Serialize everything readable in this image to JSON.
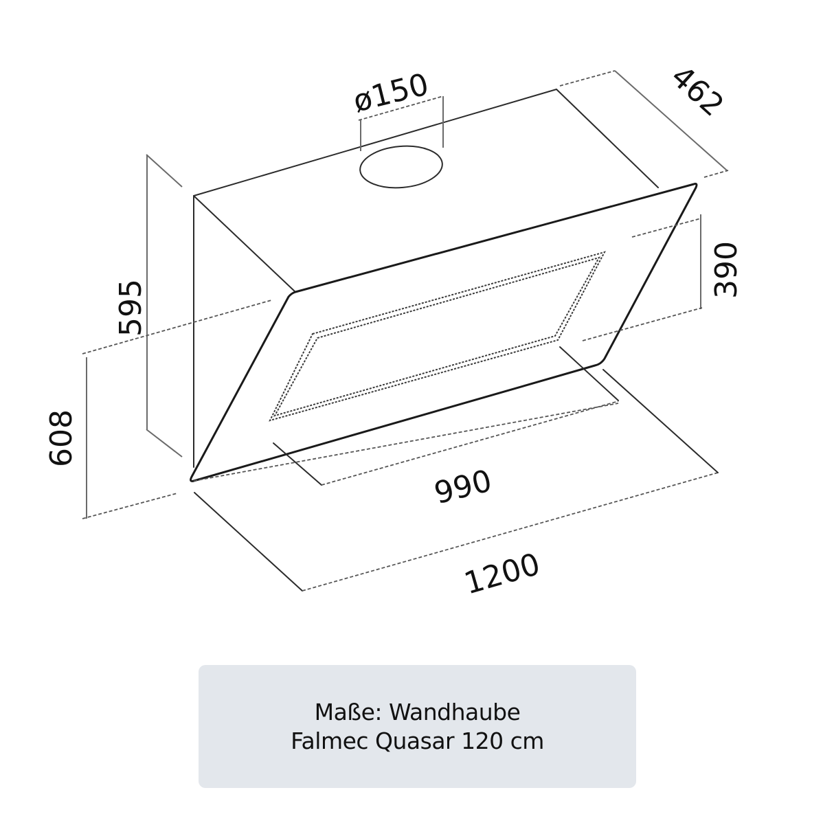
{
  "drawing": {
    "subject": "Wall-mounted range hood dimension drawing",
    "line_color": "#1a1a1a",
    "dimensions": {
      "duct_diameter": "ø150",
      "depth": "462",
      "glass_height": "390",
      "chimney_height": "595",
      "total_height": "608",
      "filter_width": "990",
      "total_width": "1200"
    }
  },
  "caption": {
    "line1": "Maße: Wandhaube",
    "line2": "Falmec Quasar 120 cm",
    "background": "#e3e7ec"
  }
}
